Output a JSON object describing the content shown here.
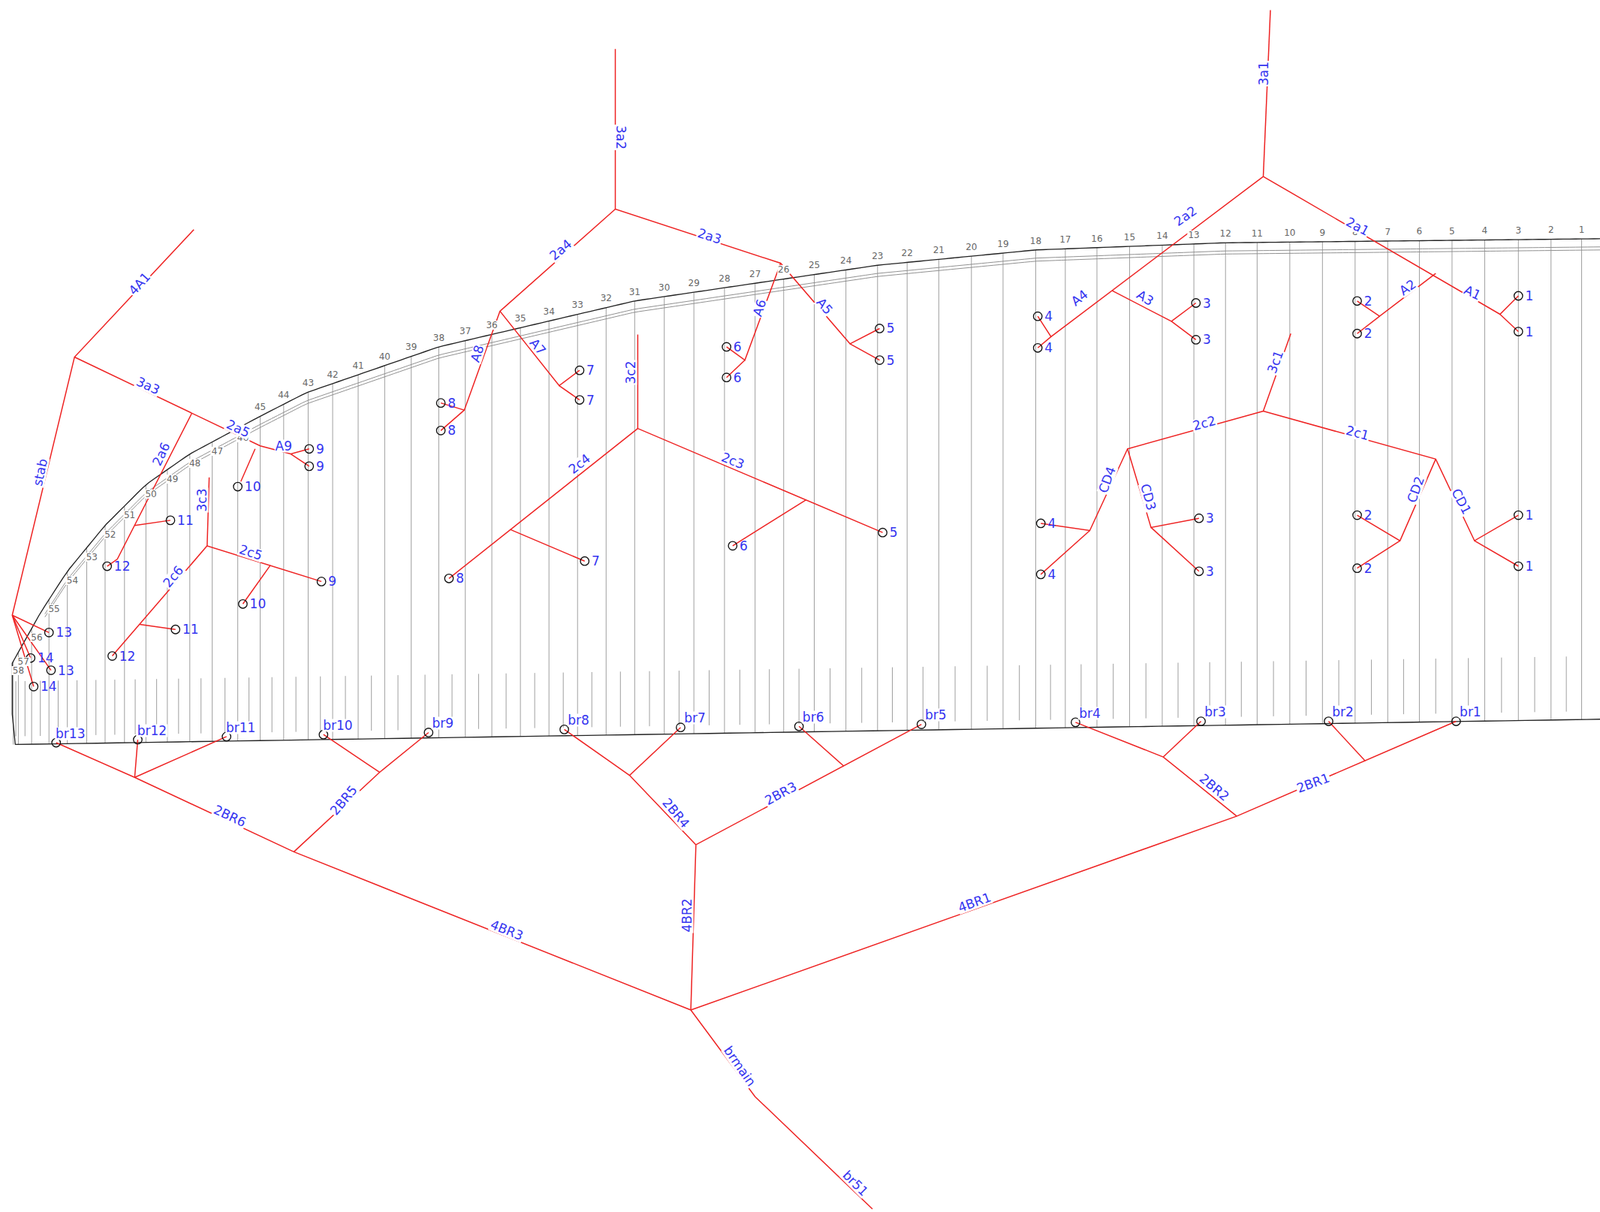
{
  "diagram": {
    "labels": [
      "1",
      "2",
      "3",
      "4",
      "5",
      "6",
      "7",
      "8",
      "9",
      "10",
      "11",
      "12",
      "13",
      "14",
      "15",
      "16",
      "17",
      "18",
      "19",
      "20",
      "21",
      "22",
      "23",
      "24",
      "25",
      "26",
      "27",
      "28",
      "29",
      "30",
      "31",
      "32",
      "33",
      "34",
      "35",
      "36",
      "37",
      "38",
      "39",
      "40",
      "41",
      "42",
      "43",
      "44",
      "45",
      "46",
      "47",
      "48",
      "49",
      "50",
      "51",
      "52",
      "53",
      "54",
      "55",
      "56",
      "57",
      "58",
      "3a1",
      "2a1",
      "A1",
      "A2",
      "2a2",
      "A3",
      "A4",
      "3a2",
      "2a3",
      "A5",
      "A6",
      "2a4",
      "A7",
      "A8",
      "4A1",
      "3a3",
      "2a5",
      "2a6",
      "A9",
      "stab",
      "3c1",
      "2c1",
      "CD1",
      "CD2",
      "2c2",
      "CD3",
      "CD4",
      "3c2",
      "2c3",
      "2c4",
      "3c3",
      "2c5",
      "2c6",
      "2BR1",
      "2BR2",
      "4BR1",
      "2BR3",
      "2BR4",
      "4BR2",
      "2BR5",
      "2BR6",
      "4BR3",
      "brmain",
      "br51",
      "1",
      "1",
      "2",
      "2",
      "3",
      "3",
      "4",
      "4",
      "5",
      "5",
      "6",
      "6",
      "7",
      "7",
      "8",
      "8",
      "9",
      "9",
      "10",
      "11",
      "12",
      "13",
      "14",
      "13",
      "14",
      "1",
      "1",
      "2",
      "2",
      "3",
      "3",
      "4",
      "4",
      "5",
      "6",
      "7",
      "8",
      "9",
      "10",
      "11",
      "12",
      "br1",
      "br2",
      "br3",
      "br4",
      "br5",
      "br6",
      "br7",
      "br8",
      "br9",
      "br10",
      "br11",
      "br12",
      "br13"
    ]
  }
}
